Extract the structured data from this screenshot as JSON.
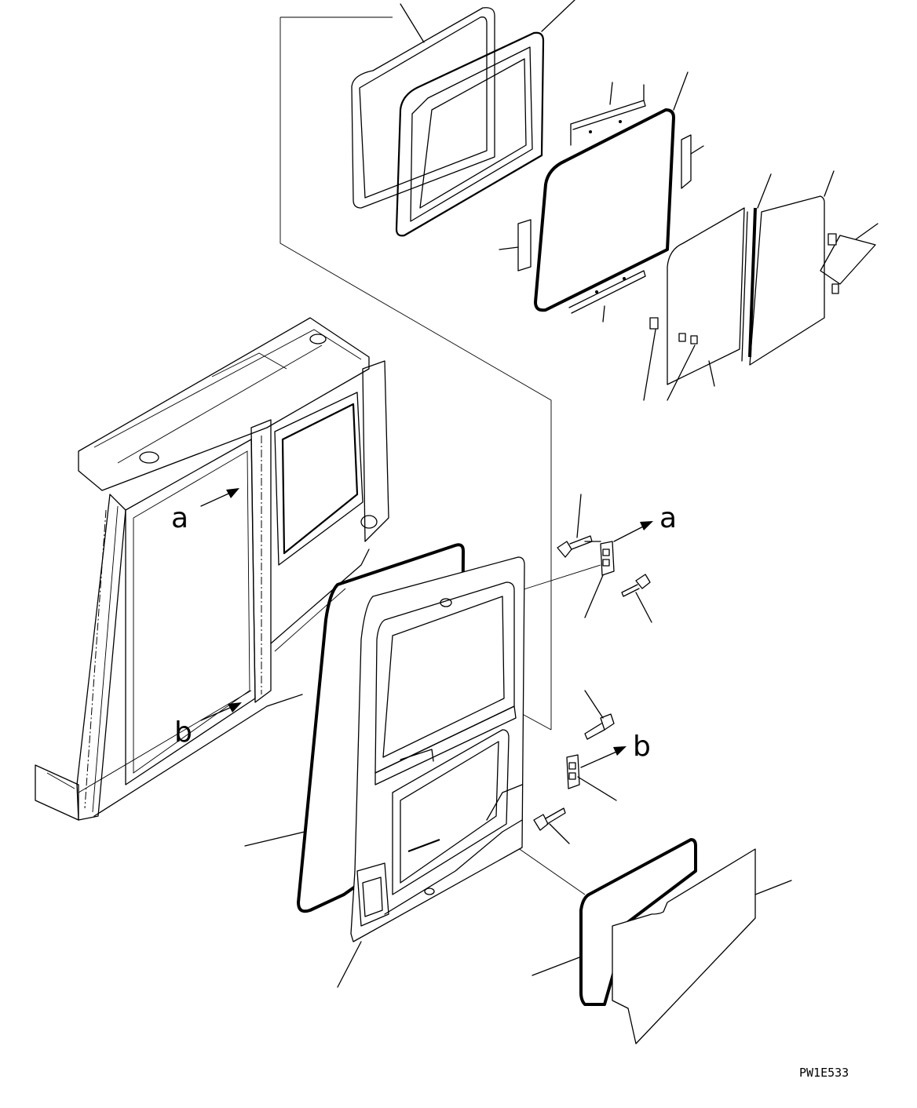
{
  "view_marker_a": "a",
  "view_marker_b": "b",
  "drawing_code": "PW1E533"
}
